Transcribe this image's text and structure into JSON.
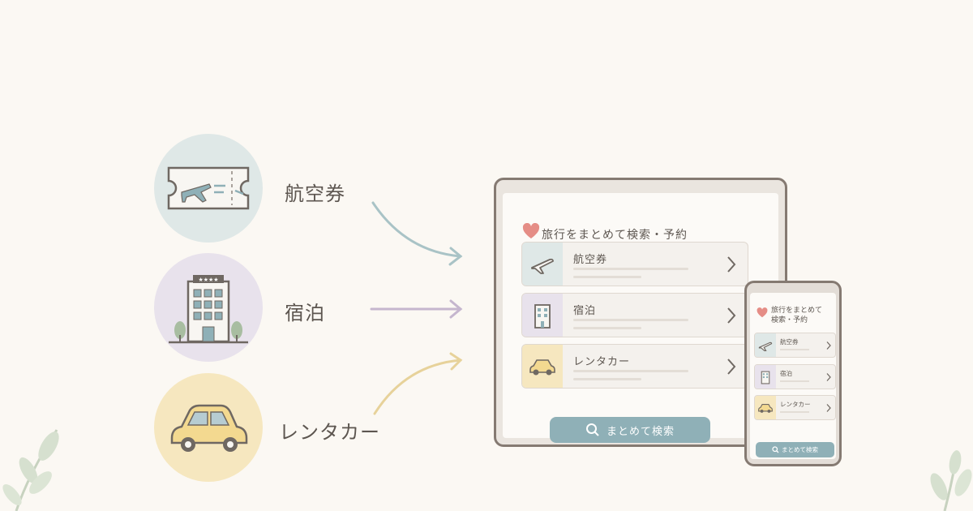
{
  "categories": [
    {
      "id": "flight",
      "label": "航空券",
      "circle_color": "#dfe8e7",
      "arrow_color": "#a9c3c6"
    },
    {
      "id": "hotel",
      "label": "宿泊",
      "circle_color": "#e8e2ec",
      "arrow_color": "#c5b6ce"
    },
    {
      "id": "car",
      "label": "レンタカー",
      "circle_color": "#f6e7bf",
      "arrow_color": "#e7d29a"
    }
  ],
  "tablet": {
    "title": "旅行をまとめて検索・予約",
    "rows": [
      {
        "label": "航空券",
        "icon": "plane-icon",
        "bg": "#dfe8e7"
      },
      {
        "label": "宿泊",
        "icon": "hotel-icon",
        "bg": "#e8e2ec"
      },
      {
        "label": "レンタカー",
        "icon": "car-icon",
        "bg": "#f6e7bf"
      }
    ],
    "search_label": "まとめて検索"
  },
  "phone": {
    "title_line1": "旅行をまとめて",
    "title_line2": "検索・予約",
    "rows": [
      {
        "label": "航空券",
        "icon": "plane-icon"
      },
      {
        "label": "宿泊",
        "icon": "hotel-icon"
      },
      {
        "label": "レンタカー",
        "icon": "car-icon"
      }
    ],
    "search_label": "まとめて検索"
  },
  "colors": {
    "accent": "#8fb0b7",
    "heart": "#e58d86",
    "frame": "#857a72",
    "background": "#fbf8f3"
  }
}
